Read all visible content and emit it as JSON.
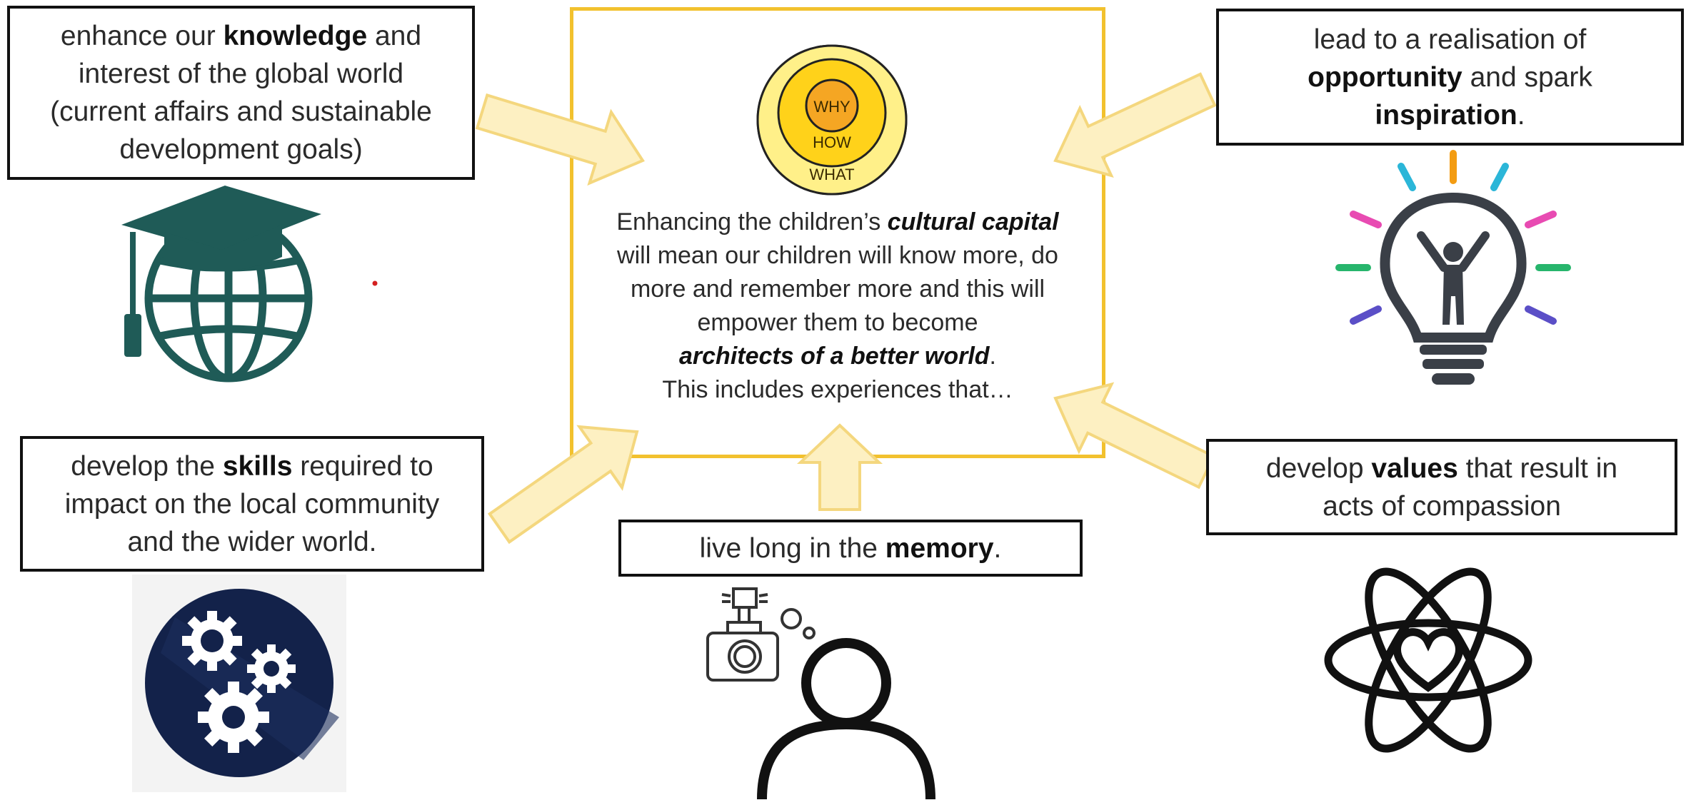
{
  "boxes": {
    "knowledge": {
      "line1_a": "enhance our ",
      "line1_b": "knowledge",
      "line1_c": " and",
      "line2": "interest of the global world",
      "line3": "(current affairs and sustainable",
      "line4": "development goals)"
    },
    "opportunity": {
      "line1": "lead to a realisation of",
      "line2_a": "opportunity",
      "line2_b": " and spark",
      "line3_a": "inspiration",
      "line3_b": "."
    },
    "skills": {
      "line1_a": "develop the ",
      "line1_b": "skills",
      "line1_c": " required to",
      "line2": "impact on the local community",
      "line3": "and the wider world."
    },
    "memory": {
      "line1_a": "live long in the ",
      "line1_b": "memory",
      "line1_c": "."
    },
    "values": {
      "line1_a": "develop ",
      "line1_b": "values",
      "line1_c": " that result in",
      "line2": "acts of compassion"
    }
  },
  "center": {
    "circle_why": "WHY",
    "circle_how": "HOW",
    "circle_what": "WHAT",
    "line1_a": "Enhancing the children’s ",
    "line1_b": "cultural capital",
    "line2": "will mean our children will know more,  do",
    "line3": "more and remember more and this will",
    "line4": "empower them to become",
    "line5_a": "architects of a better world",
    "line5_b": ".",
    "line6": "This includes experiences that…"
  },
  "colors": {
    "accent_yellow": "#f2c12e",
    "arrow_fill": "#fdf0c2",
    "arrow_stroke": "#f4d77e",
    "globe_teal": "#1f5b57",
    "gears_navy": "#13224a"
  },
  "icons": {
    "knowledge": "graduation-cap-globe-icon",
    "opportunity": "lightbulb-person-icon",
    "skills": "gears-icon",
    "memory": "camera-person-memory-icon",
    "values": "atom-heart-icon",
    "golden_circle": "golden-circle-icon"
  }
}
